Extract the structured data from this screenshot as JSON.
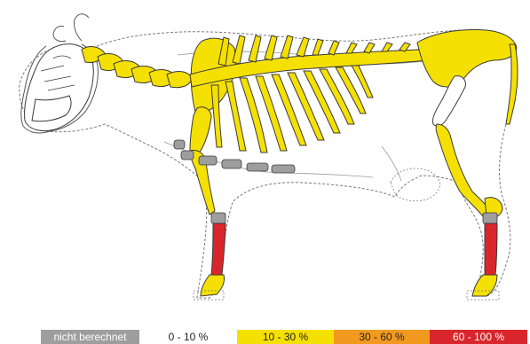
{
  "legend": {
    "items": [
      {
        "label": "nicht berechnet",
        "color": "#9e9e9e",
        "text_color": "#ffffff"
      },
      {
        "label": "0 - 10 %",
        "color": "#ffffff",
        "text_color": "#222222"
      },
      {
        "label": "10 - 30 %",
        "color": "#f5e003",
        "text_color": "#222222"
      },
      {
        "label": "30 - 60 %",
        "color": "#f29a1f",
        "text_color": "#222222"
      },
      {
        "label": "60 - 100 %",
        "color": "#d9262c",
        "text_color": "#ffffff"
      }
    ]
  },
  "colors": {
    "bone_yellow": "#f5e003",
    "bone_white": "#ffffff",
    "bone_gray": "#9e9e9e",
    "bone_red": "#d9262c",
    "outline": "#3a3a3a",
    "body_outline": "#7a7a7a"
  }
}
